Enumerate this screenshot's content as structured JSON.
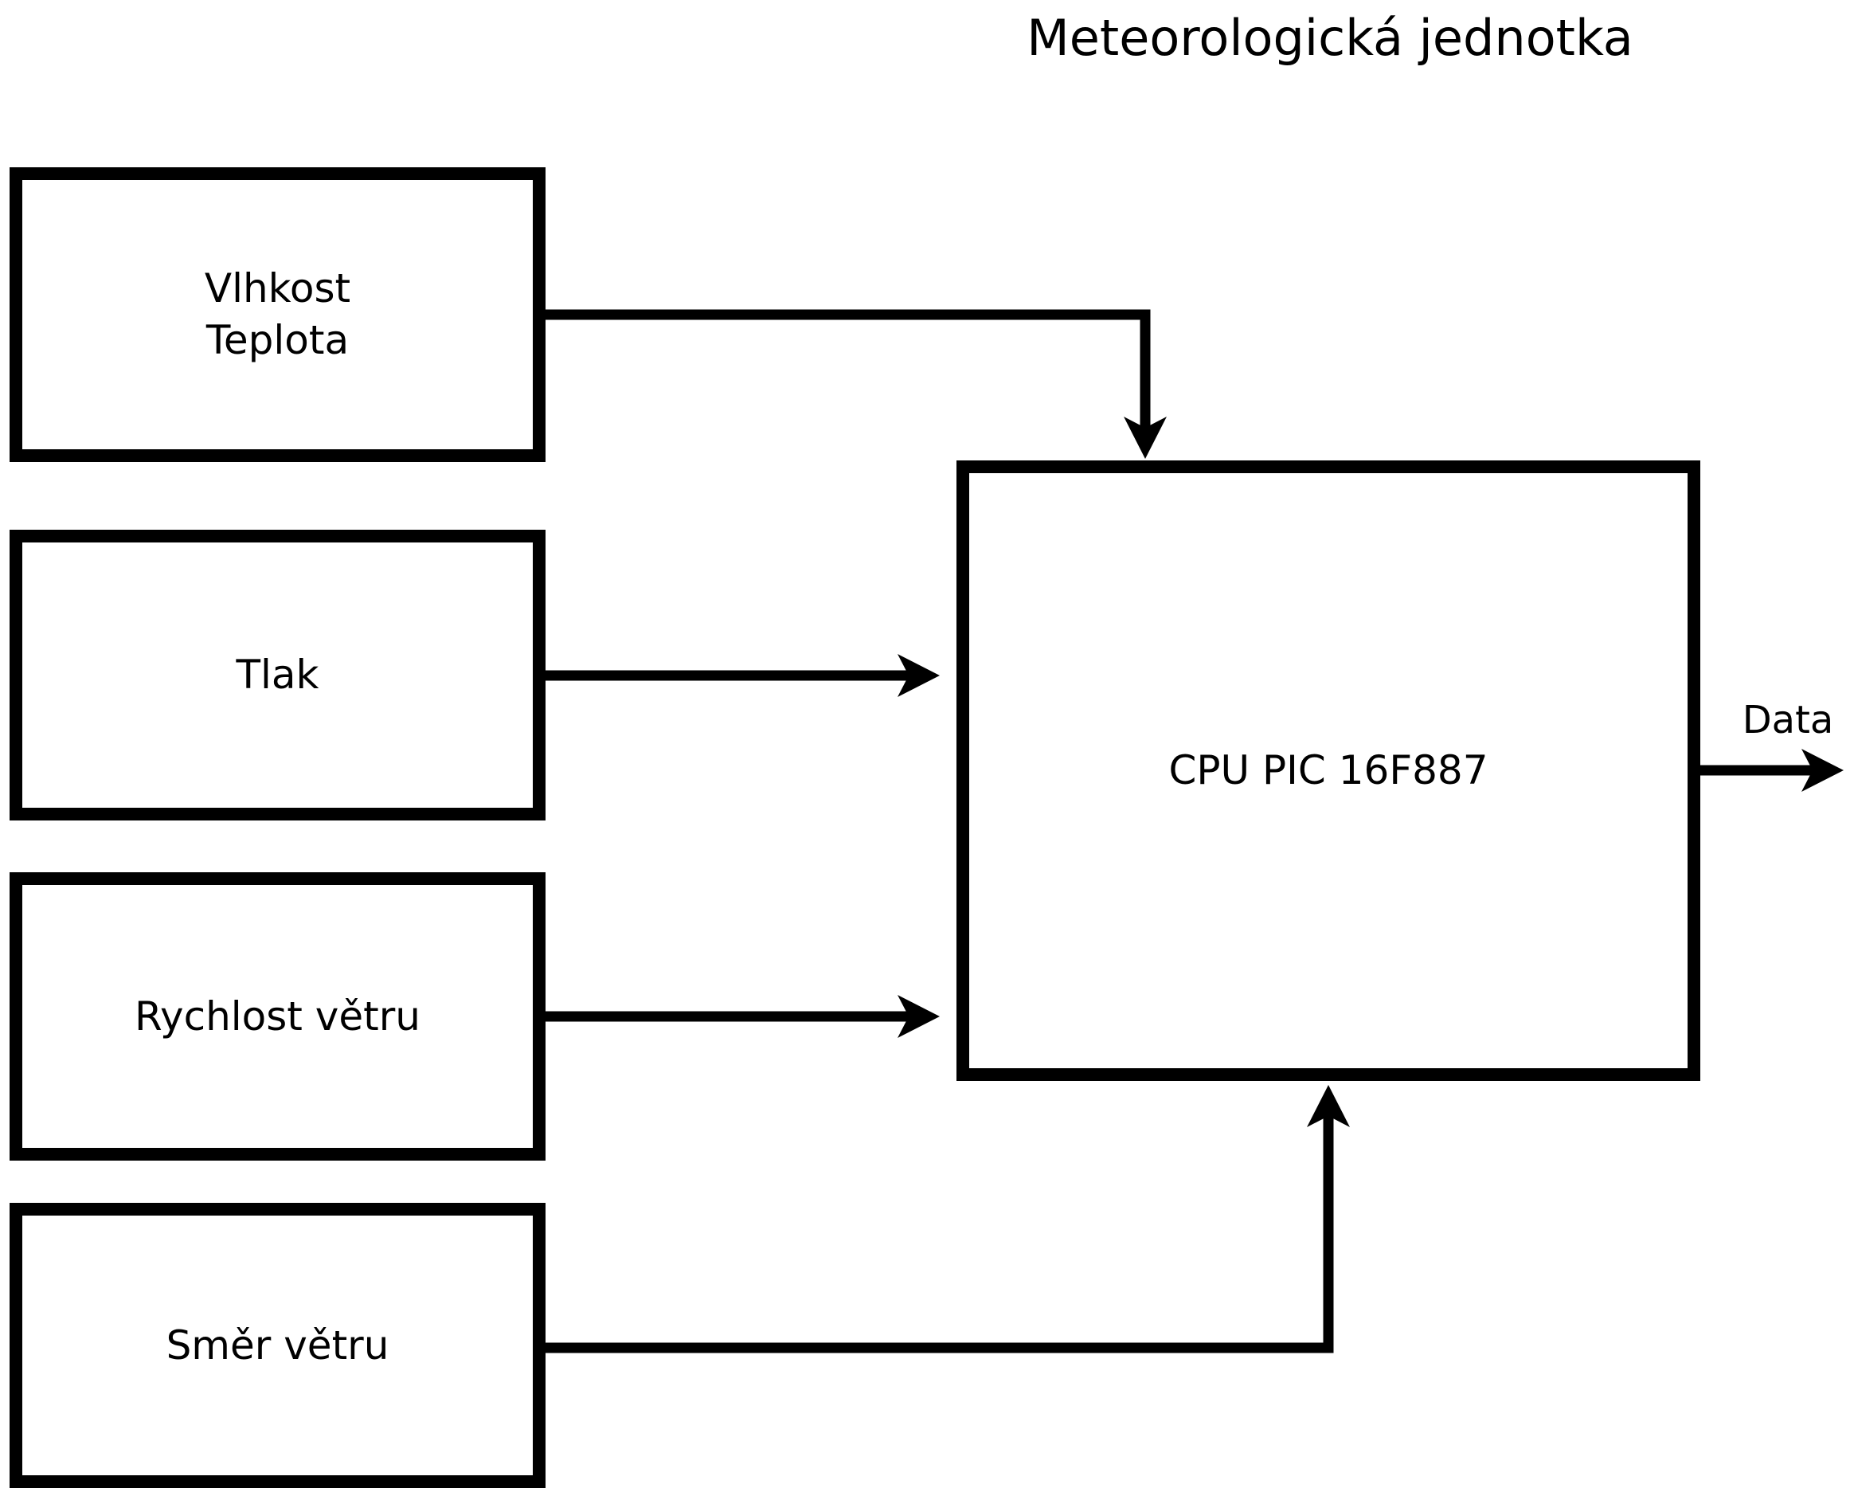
{
  "title": "Meteorologická jednotka",
  "inputs": [
    {
      "name": "humidity-temperature",
      "label": "Vlhkost\nTeplota"
    },
    {
      "name": "pressure",
      "label": "Tlak"
    },
    {
      "name": "wind-speed",
      "label": "Rychlost větru"
    },
    {
      "name": "wind-direction",
      "label": "Směr větru"
    }
  ],
  "cpu": {
    "label": "CPU PIC 16F887"
  },
  "output": {
    "label": "Data"
  },
  "colors": {
    "line": "#000000",
    "background": "#ffffff",
    "box_fill": "#ffffff"
  }
}
